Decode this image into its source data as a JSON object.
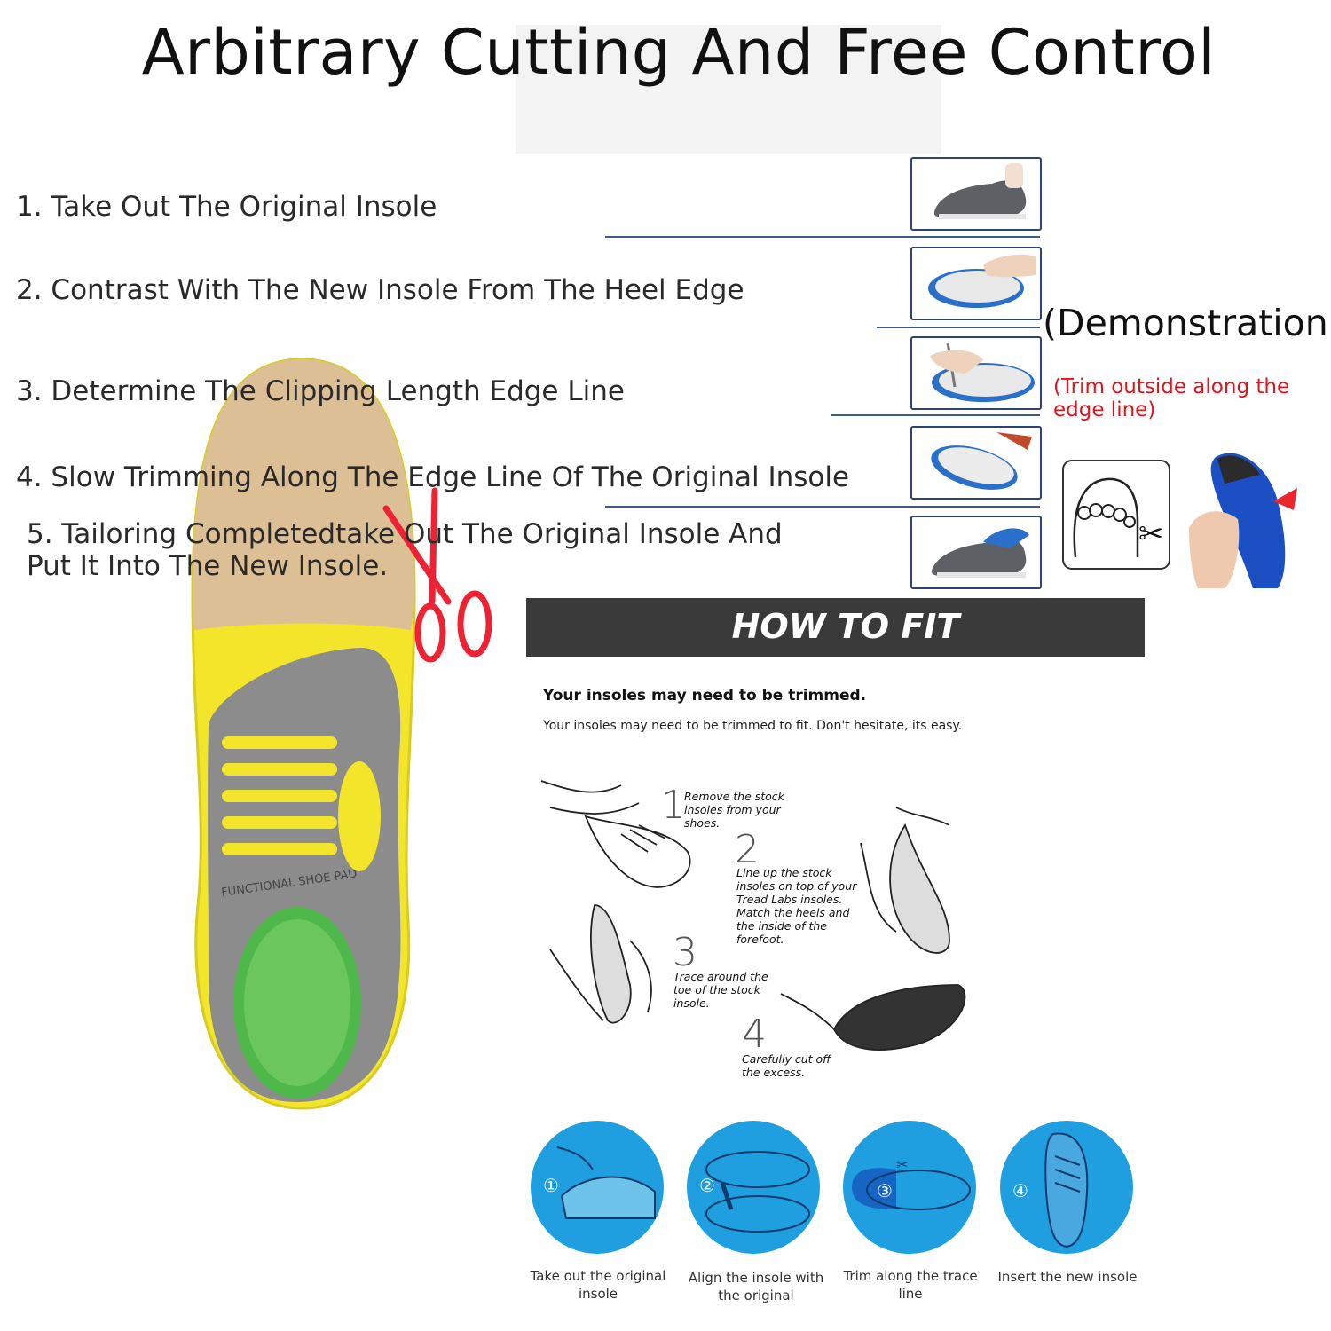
{
  "title": "Arbitrary Cutting And Free Control",
  "steps": [
    "1. Take Out The Original Insole",
    "2. Contrast With The New Insole From The Heel Edge",
    "3. Determine The Clipping Length Edge Line",
    "4. Slow Trimming Along The Edge Line Of The Original Insole",
    "5. Tailoring Completedtake Out The Original Insole And Put It Into The New Insole."
  ],
  "demonstration": "(Demonstration)",
  "trim_note": "(Trim outside along the edge line)",
  "insole_print": "FUNCTIONAL SHOE PAD",
  "how_to_fit": {
    "title": "HOW TO FIT",
    "heading": "Your insoles may need to be trimmed.",
    "subheading": "Your insoles may need to be trimmed to fit. Don't hesitate, its easy.",
    "illustrations": [
      {
        "num": "1",
        "text": "Remove the stock insoles from your shoes."
      },
      {
        "num": "2",
        "text": "Line up the stock insoles on top of your Tread Labs insoles. Match the heels and the inside of the forefoot."
      },
      {
        "num": "3",
        "text": "Trace around the toe of the stock insole."
      },
      {
        "num": "4",
        "text": "Carefully cut off the excess."
      }
    ]
  },
  "circles": [
    {
      "num": "①",
      "caption": "Take out the original insole"
    },
    {
      "num": "②",
      "caption": "Align  the  insole with the original"
    },
    {
      "num": "③",
      "caption": "Trim along the trace line"
    },
    {
      "num": "④",
      "caption": "Insert the new insole"
    }
  ],
  "colors": {
    "rule": "#3e5a86",
    "trim_note": "#e0141d",
    "fit_bar": "#3a3a3a",
    "circle": "#1f9fe0",
    "insole_yellow": "#f2e52a",
    "insole_tan": "#dcbf95",
    "insole_gray": "#8c8c8c",
    "insole_green": "#4fb84a"
  }
}
